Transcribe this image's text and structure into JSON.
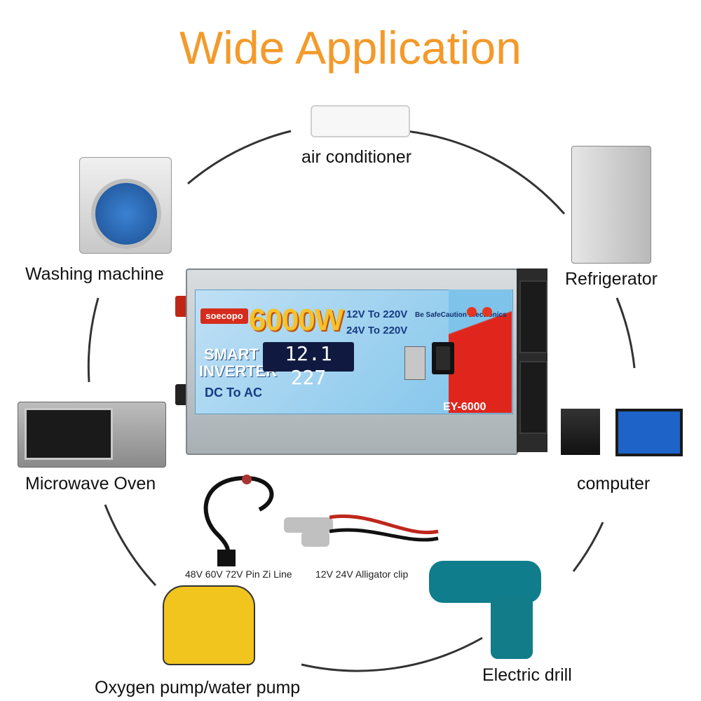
{
  "title": "Wide Application",
  "labels": {
    "air_conditioner": "air conditioner",
    "washing_machine": "Washing machine",
    "refrigerator": "Refrigerator",
    "microwave_oven": "Microwave Oven",
    "computer": "computer",
    "pump": "Oxygen pump/water pump",
    "drill": "Electric drill"
  },
  "accessories": {
    "cable": "48V 60V 72V Pin Zi Line",
    "clip": "12V 24V Alligator clip"
  },
  "inverter": {
    "brand": "soecopo",
    "power": "6000W",
    "voltage_line1": "12V To 220V",
    "voltage_line2": "24V To 220V",
    "caution": "Be SafeCaution Electronics",
    "name_line1": "SMART",
    "name_line2": "INVERTER",
    "conversion": "DC To AC",
    "lcd_reading": "12.1 227",
    "model": "EY-6000"
  },
  "colors": {
    "title": "#f39a2a",
    "ring": "#333333",
    "panel": "#7ec3ea",
    "accent_red": "#e0261c"
  }
}
